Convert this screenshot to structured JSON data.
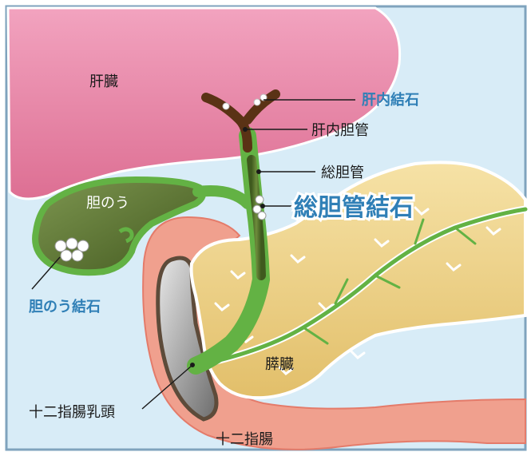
{
  "labels": {
    "liver": "肝臓",
    "intrahepatic_stone": "肝内結石",
    "intrahepatic_duct": "肝内胆管",
    "common_bile_duct": "総胆管",
    "cbd_stone": "総胆管結石",
    "gallbladder": "胆のう",
    "gallstone": "胆のう結石",
    "pancreas": "膵臓",
    "papilla": "十二指腸乳頭",
    "duodenum": "十二指腸"
  },
  "colors": {
    "background": "#d8ecf7",
    "frame": "#7fa3bd",
    "liver": "#e88aa8",
    "gallbladder_bile": "#5e7a3a",
    "duct_green": "#63b244",
    "intrahepatic_brown": "#5a3215",
    "pancreas": "#eed38a",
    "duodenum": "#f0a08e",
    "label_blue": "#2f7fb6"
  }
}
